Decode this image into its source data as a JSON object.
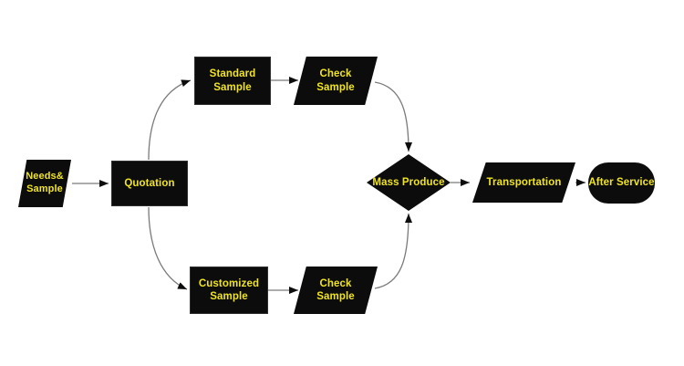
{
  "diagram": {
    "colors": {
      "background": "#ffffff",
      "shape_fill": "#0c0c0c",
      "label_color": "#f0e41e",
      "connector_color": "#7a7a7a",
      "arrowhead_color": "#0d0d0d"
    },
    "nodes": {
      "needs_sample": {
        "label": "Needs&\nSample",
        "shape": "parallelogram"
      },
      "quotation": {
        "label": "Quotation",
        "shape": "rectangle"
      },
      "standard_sample": {
        "label": "Standard\nSample",
        "shape": "rectangle"
      },
      "check_sample_top": {
        "label": "Check\nSample",
        "shape": "parallelogram"
      },
      "customized_sample": {
        "label": "Customized\nSample",
        "shape": "rectangle"
      },
      "check_sample_bottom": {
        "label": "Check\nSample",
        "shape": "parallelogram"
      },
      "mass_produce": {
        "label": "Mass Produce",
        "shape": "diamond"
      },
      "transportation": {
        "label": "Transportation",
        "shape": "parallelogram"
      },
      "after_service": {
        "label": "After Service",
        "shape": "stadium"
      }
    },
    "edges": [
      {
        "from": "needs_sample",
        "to": "quotation"
      },
      {
        "from": "quotation",
        "to": "standard_sample"
      },
      {
        "from": "quotation",
        "to": "customized_sample"
      },
      {
        "from": "standard_sample",
        "to": "check_sample_top"
      },
      {
        "from": "check_sample_top",
        "to": "mass_produce"
      },
      {
        "from": "customized_sample",
        "to": "check_sample_bottom"
      },
      {
        "from": "check_sample_bottom",
        "to": "mass_produce"
      },
      {
        "from": "mass_produce",
        "to": "transportation"
      },
      {
        "from": "transportation",
        "to": "after_service"
      }
    ]
  }
}
